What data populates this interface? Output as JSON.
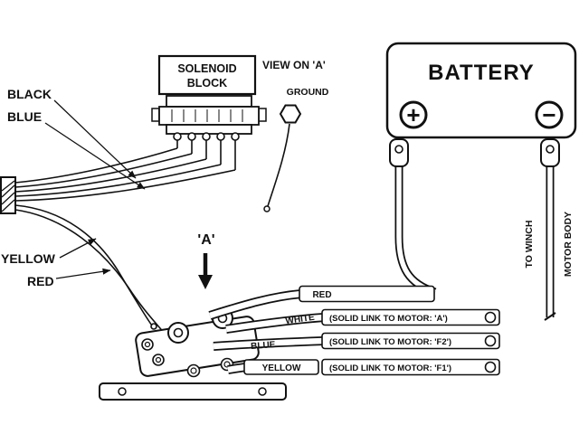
{
  "labels": {
    "solenoid1": "SOLENOID",
    "solenoid2": "BLOCK",
    "view": "VIEW ON 'A'",
    "ground": "GROUND",
    "battery": "BATTERY",
    "black": "BLACK",
    "blue": "BLUE",
    "yellow": "YELLOW",
    "red": "RED",
    "point_a": "'A'",
    "to_winch": "TO WINCH",
    "motor_body": "MOTOR BODY"
  },
  "icons": {
    "battery_positive": "+",
    "battery_negative": "−"
  },
  "cables": {
    "red_label": "RED",
    "white_label": "WHITE",
    "white_link": "(SOLID LINK TO MOTOR: 'A')",
    "blue_label": "BLUE",
    "blue_link": "(SOLID LINK TO MOTOR: 'F2')",
    "yellow_label": "YELLOW",
    "yellow_link": "(SOLID LINK TO MOTOR: 'F1')"
  }
}
